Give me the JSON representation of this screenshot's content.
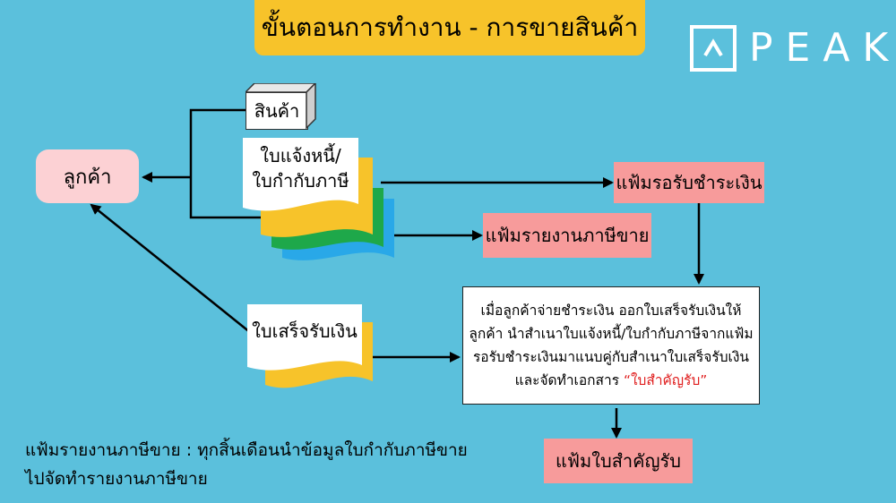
{
  "title": "ขั้นตอนการทำงาน - การขายสินค้า",
  "logo": {
    "text": "PEAK"
  },
  "nodes": {
    "customer": "ลูกค้า",
    "product": "สินค้า",
    "invoice_line1": "ใบแจ้งหนี้/",
    "invoice_line2": "ใบกำกับภาษี",
    "receipt": "ใบเสร็จรับเงิน",
    "awaiting_payment_file": "แฟ้มรอรับชำระเงิน",
    "sales_tax_report_file": "แฟ้มรายงานภาษีขาย",
    "voucher_file": "แฟ้มใบสำคัญรับ"
  },
  "note": {
    "line1": "เมื่อลูกค้าจ่ายชำระเงิน ออกใบเสร็จรับเงินให้",
    "line2": "ลูกค้า นำสำเนาใบแจ้งหนี้/ใบกำกับภาษีจากแฟ้ม",
    "line3": "รอรับชำระเงินมาแนบคู่กับสำเนาใบเสร็จรับเงิน",
    "line4_prefix": "และจัดทำเอกสาร ",
    "line4_highlight": "“ใบสำคัญรับ”"
  },
  "footnote": {
    "line1": "แฟ้มรายงานภาษีขาย : ทุกสิ้นเดือนนำข้อมูลใบกำกับภาษีขาย",
    "line2": "ไปจัดทำรายงานภาษีขาย"
  },
  "colors": {
    "background": "#5bc0dc",
    "title_bg": "#f7c32a",
    "file_box": "#f79b9b",
    "customer_box": "#fcd1d4",
    "doc_yellow": "#f7c32a",
    "doc_green": "#1ea84a",
    "doc_blue": "#29a8e8",
    "highlight_red": "#e02020"
  }
}
